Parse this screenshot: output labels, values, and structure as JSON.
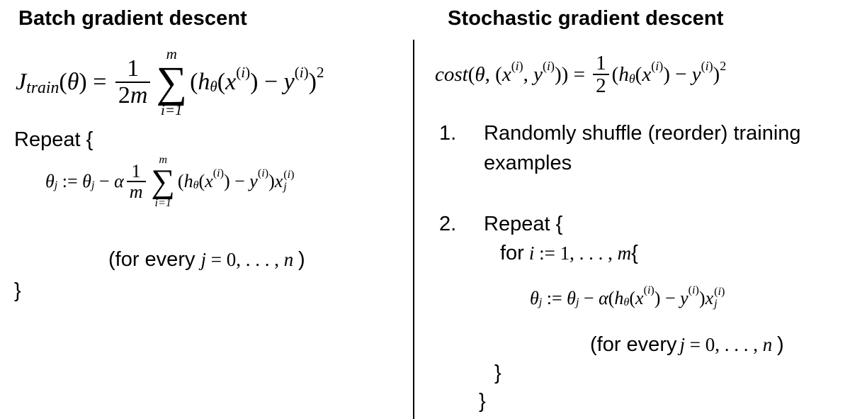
{
  "left": {
    "heading": "Batch gradient descent",
    "repeat_open": "Repeat {",
    "for_every": "(for every",
    "close_paren": ")",
    "close_brace": "}"
  },
  "right": {
    "heading": "Stochastic gradient descent",
    "step1_num": "1.",
    "step1_line1": "Randomly shuffle (reorder) training",
    "step1_line2": "examples",
    "step2_num": "2.",
    "repeat_open": "Repeat {",
    "for_label": "for",
    "open_brace": "{",
    "for_every": "(for every",
    "close_paren": ")",
    "inner_close_brace": "}",
    "outer_close_brace": "}"
  }
}
